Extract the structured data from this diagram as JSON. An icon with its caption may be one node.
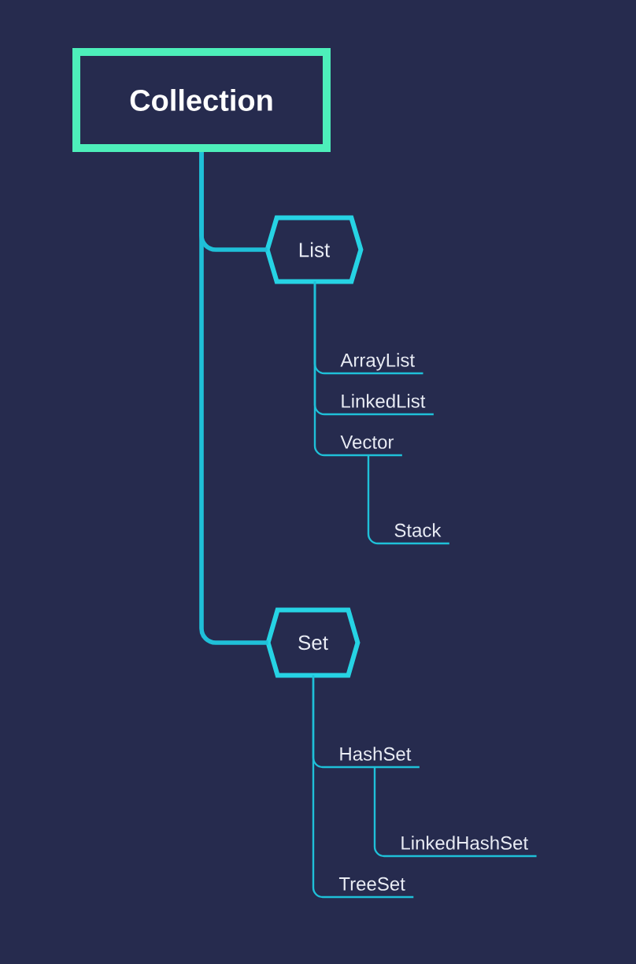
{
  "diagram": {
    "nodes": [
      {
        "text": [
          "Collection"
        ]
      },
      {
        "text": [
          "List"
        ]
      },
      {
        "text": [
          "ArrayList"
        ]
      },
      {
        "text": [
          "LinkedList"
        ]
      },
      {
        "text": [
          "Vector"
        ]
      },
      {
        "text": [
          "Stack"
        ]
      },
      {
        "text": [
          "Set"
        ]
      },
      {
        "text": [
          "HashSet"
        ]
      },
      {
        "text": [
          "LinkedHashSet"
        ]
      },
      {
        "text": [
          "TreeSet"
        ]
      }
    ],
    "edges": [
      {
        "from": 0,
        "to": 1,
        "arrow": "none",
        "style": "thick"
      },
      {
        "from": 0,
        "to": 6,
        "arrow": "none",
        "style": "thick"
      },
      {
        "from": 1,
        "to": 2,
        "arrow": "none"
      },
      {
        "from": 1,
        "to": 3,
        "arrow": "none"
      },
      {
        "from": 1,
        "to": 4,
        "arrow": "none"
      },
      {
        "from": 4,
        "to": 5,
        "arrow": "none"
      },
      {
        "from": 6,
        "to": 7,
        "arrow": "none"
      },
      {
        "from": 7,
        "to": 8,
        "arrow": "none"
      },
      {
        "from": 6,
        "to": 9,
        "arrow": "none"
      }
    ]
  }
}
